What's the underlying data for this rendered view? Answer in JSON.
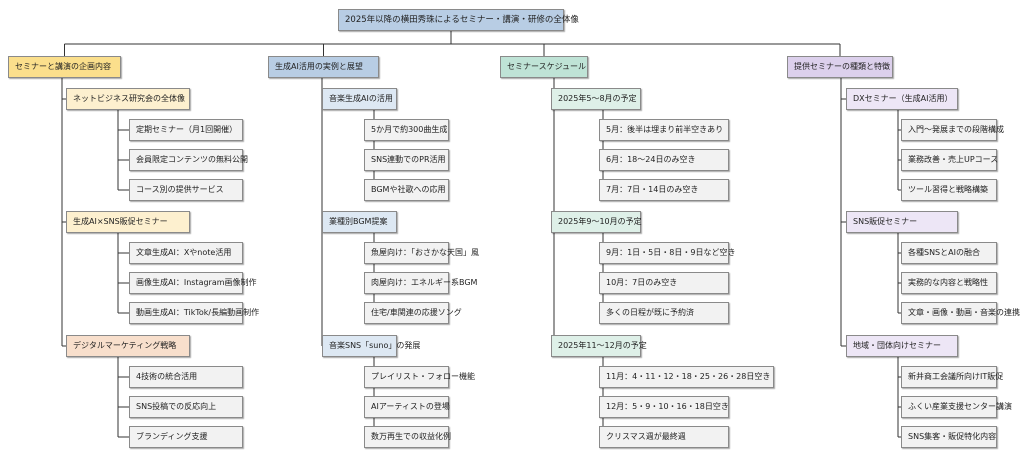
{
  "colors": {
    "root": "#b8cde4",
    "cat1": "#fbdf8c",
    "cat2": "#b8cde4",
    "cat3": "#bfe3d6",
    "cat4": "#dcd0ec",
    "sub1": "#fdf0cf",
    "sub2": "#dde8f3",
    "sub3": "#def0e8",
    "sub4": "#ede6f6",
    "sub1_alt": "#f8dfcc",
    "leaf": "#f2f2f2",
    "line": "#333333"
  },
  "root": {
    "label": "2025年以降の横田秀珠によるセミナー・講演・研修の全体像"
  },
  "categories": [
    {
      "label": "セミナーと講演の企画内容",
      "groups": [
        {
          "label": "ネットビジネス研究会の全体像",
          "items": [
            "定期セミナー（月1回開催）",
            "会員限定コンテンツの無料公開",
            "コース別の提供サービス"
          ]
        },
        {
          "label": "生成AI×SNS販促セミナー",
          "items": [
            "文章生成AI：Xやnote活用",
            "画像生成AI：Instagram画像制作",
            "動画生成AI：TikTok/長編動画制作"
          ]
        },
        {
          "label": "デジタルマーケティング戦略",
          "items": [
            "4技術の統合活用",
            "SNS投稿での反応向上",
            "ブランディング支援"
          ]
        }
      ]
    },
    {
      "label": "生成AI活用の実例と展望",
      "groups": [
        {
          "label": "音楽生成AIの活用",
          "items": [
            "5か月で約300曲生成",
            "SNS連動でのPR活用",
            "BGMや社歌への応用"
          ]
        },
        {
          "label": "業種別BGM提案",
          "items": [
            "魚屋向け：「おさかな天国」風",
            "肉屋向け：エネルギー系BGM",
            "住宅/車関連の応援ソング"
          ]
        },
        {
          "label": "音楽SNS「suno」の発展",
          "items": [
            "プレイリスト・フォロー機能",
            "AIアーティストの登場",
            "数万再生での収益化例"
          ]
        }
      ]
    },
    {
      "label": "セミナースケジュール",
      "groups": [
        {
          "label": "2025年5～8月の予定",
          "items": [
            "5月：後半は埋まり前半空きあり",
            "6月：18～24日のみ空き",
            "7月：7日・14日のみ空き"
          ]
        },
        {
          "label": "2025年9～10月の予定",
          "items": [
            "9月：1日・5日・8日・9日など空き",
            "10月：7日のみ空き",
            "多くの日程が既に予約済"
          ]
        },
        {
          "label": "2025年11～12月の予定",
          "items": [
            "11月：4・11・12・18・25・26・28日空き",
            "12月：5・9・10・16・18日空き",
            "クリスマス週が最終週"
          ]
        }
      ]
    },
    {
      "label": "提供セミナーの種類と特徴",
      "groups": [
        {
          "label": "DXセミナー（生成AI活用）",
          "items": [
            "入門～発展までの段階構成",
            "業務改善・売上UPコース",
            "ツール習得と戦略構築"
          ]
        },
        {
          "label": "SNS販促セミナー",
          "items": [
            "各種SNSとAIの融合",
            "実務的な内容と戦略性",
            "文章・画像・動画・音楽の連携"
          ]
        },
        {
          "label": "地域・団体向けセミナー",
          "items": [
            "新井商工会議所向けIT販促",
            "ふくい産業支援センター講演",
            "SNS集客・販促特化内容"
          ]
        }
      ]
    }
  ]
}
